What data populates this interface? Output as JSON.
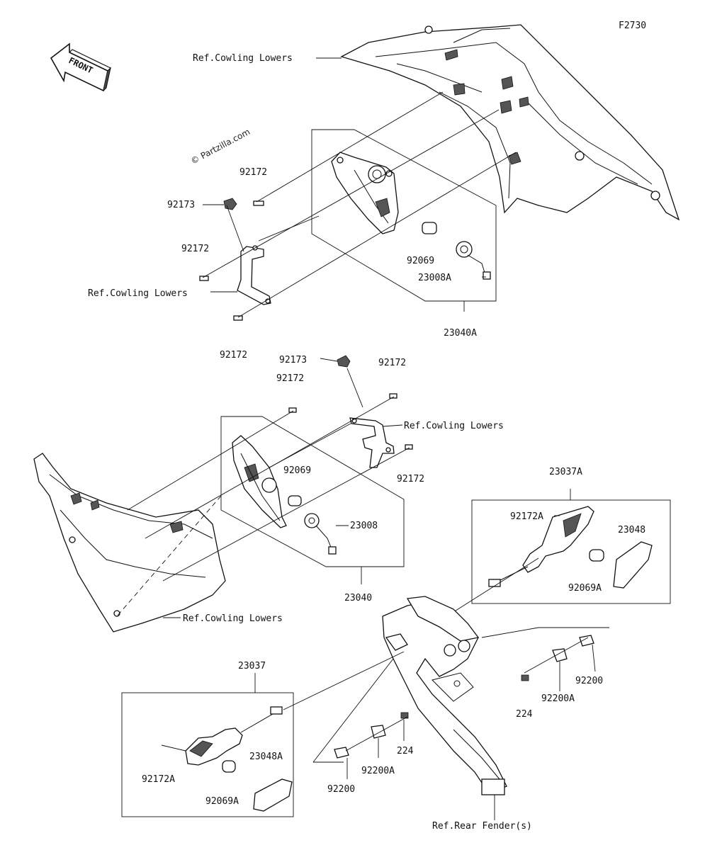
{
  "figure_code": "F2730",
  "watermark": "© Partzilla.com",
  "front_arrow": "FRONT",
  "labels": {
    "ref_cowling_top": "Ref.Cowling Lowers",
    "ref_cowling_left": "Ref.Cowling Lowers",
    "ref_cowling_mid": "Ref.Cowling Lowers",
    "ref_cowling_bottom": "Ref.Cowling Lowers",
    "ref_rear_fender": "Ref.Rear Fender(s)",
    "p92172_a": "92172",
    "p92173_a": "92173",
    "p92172_b": "92172",
    "p92172_c": "92172",
    "p92069_a": "92069",
    "p23008A": "23008A",
    "p23040A": "23040A",
    "p92173_b": "92173",
    "p92172_d": "92172",
    "p92172_e": "92172",
    "p92069_b": "92069",
    "p92172_f": "92172",
    "p23008": "23008",
    "p23040": "23040",
    "p23037A": "23037A",
    "p92172A_a": "92172A",
    "p23048": "23048",
    "p92069A_a": "92069A",
    "p23037": "23037",
    "p23048A": "23048A",
    "p92172A_b": "92172A",
    "p92069A_b": "92069A",
    "p92200_a": "92200",
    "p92200A_a": "92200A",
    "p224_a": "224",
    "p224_b": "224",
    "p92200A_b": "92200A",
    "p92200_b": "92200"
  }
}
